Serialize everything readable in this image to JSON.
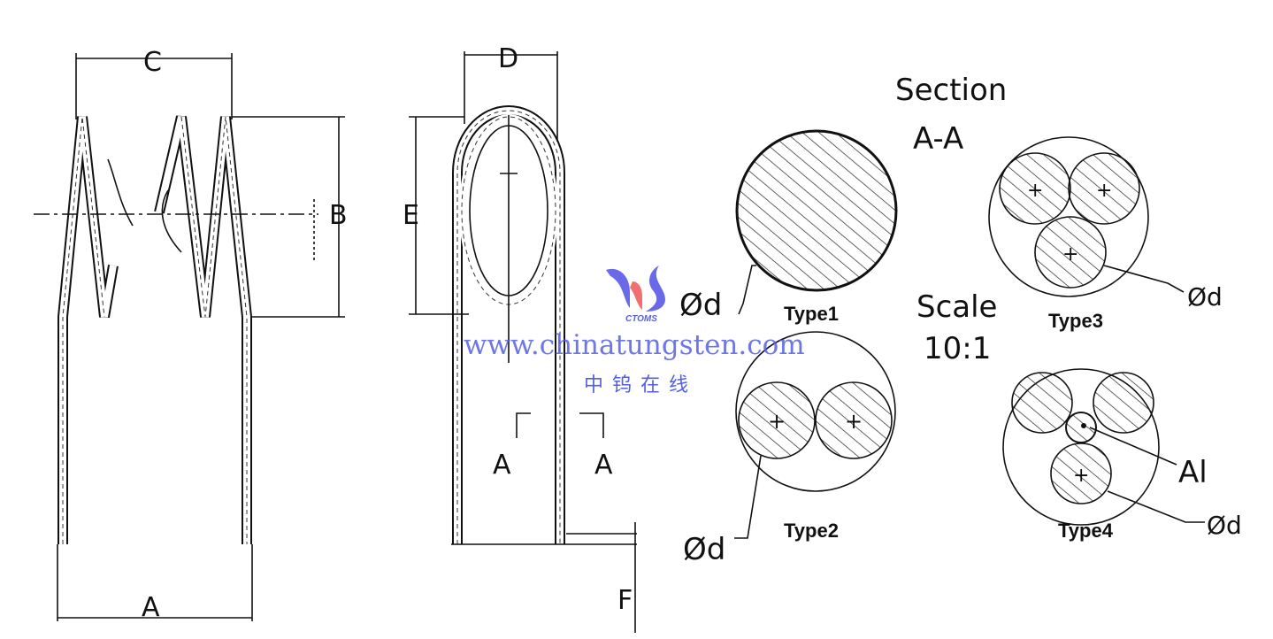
{
  "dimensions": {
    "a": "A",
    "b": "B",
    "c": "C",
    "d": "D",
    "e": "E",
    "f": "F"
  },
  "section_marks": {
    "left": "A",
    "right": "A"
  },
  "section_title": "Section",
  "section_name": "A-A",
  "scale_label": "Scale",
  "scale_value": "10:1",
  "types": [
    "Type1",
    "Type2",
    "Type3",
    "Type4"
  ],
  "diameter_label": "Ød",
  "aluminum_label": "Al",
  "watermark": {
    "logo_text": "CTOMS",
    "url": "www.chinatungsten.com",
    "chinese": "中钨在线",
    "color": "#5560e0",
    "accent": "#f07070"
  }
}
